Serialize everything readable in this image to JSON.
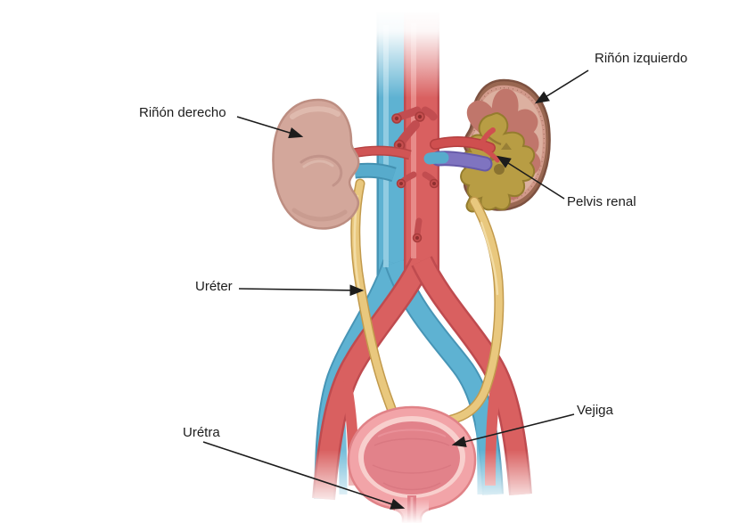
{
  "diagram": {
    "labels": {
      "left_kidney": "Riñón izquierdo",
      "right_kidney": "Riñón derecho",
      "renal_pelvis": "Pelvis renal",
      "ureter": "Uréter",
      "bladder": "Vejiga",
      "urethra": "Urétra"
    },
    "colors": {
      "artery": "#d96060",
      "artery_edge": "#bf4b4f",
      "vein": "#5eb2d2",
      "vein_edge": "#4795b6",
      "renal_vein_segment": "#7f74c0",
      "ureter": "#e9c87e",
      "ureter_edge": "#c29a4c",
      "kidney_external": "#d3a79b",
      "kidney_capsule": "#996751",
      "kidney_cortex": "#d1998a",
      "kidney_pyramids": "#c0766b",
      "renal_pelvis_fill": "#b89d44",
      "bladder": "#f2a4a8",
      "bladder_inner": "#e2828a",
      "label_text": "#1c1c1c"
    }
  }
}
